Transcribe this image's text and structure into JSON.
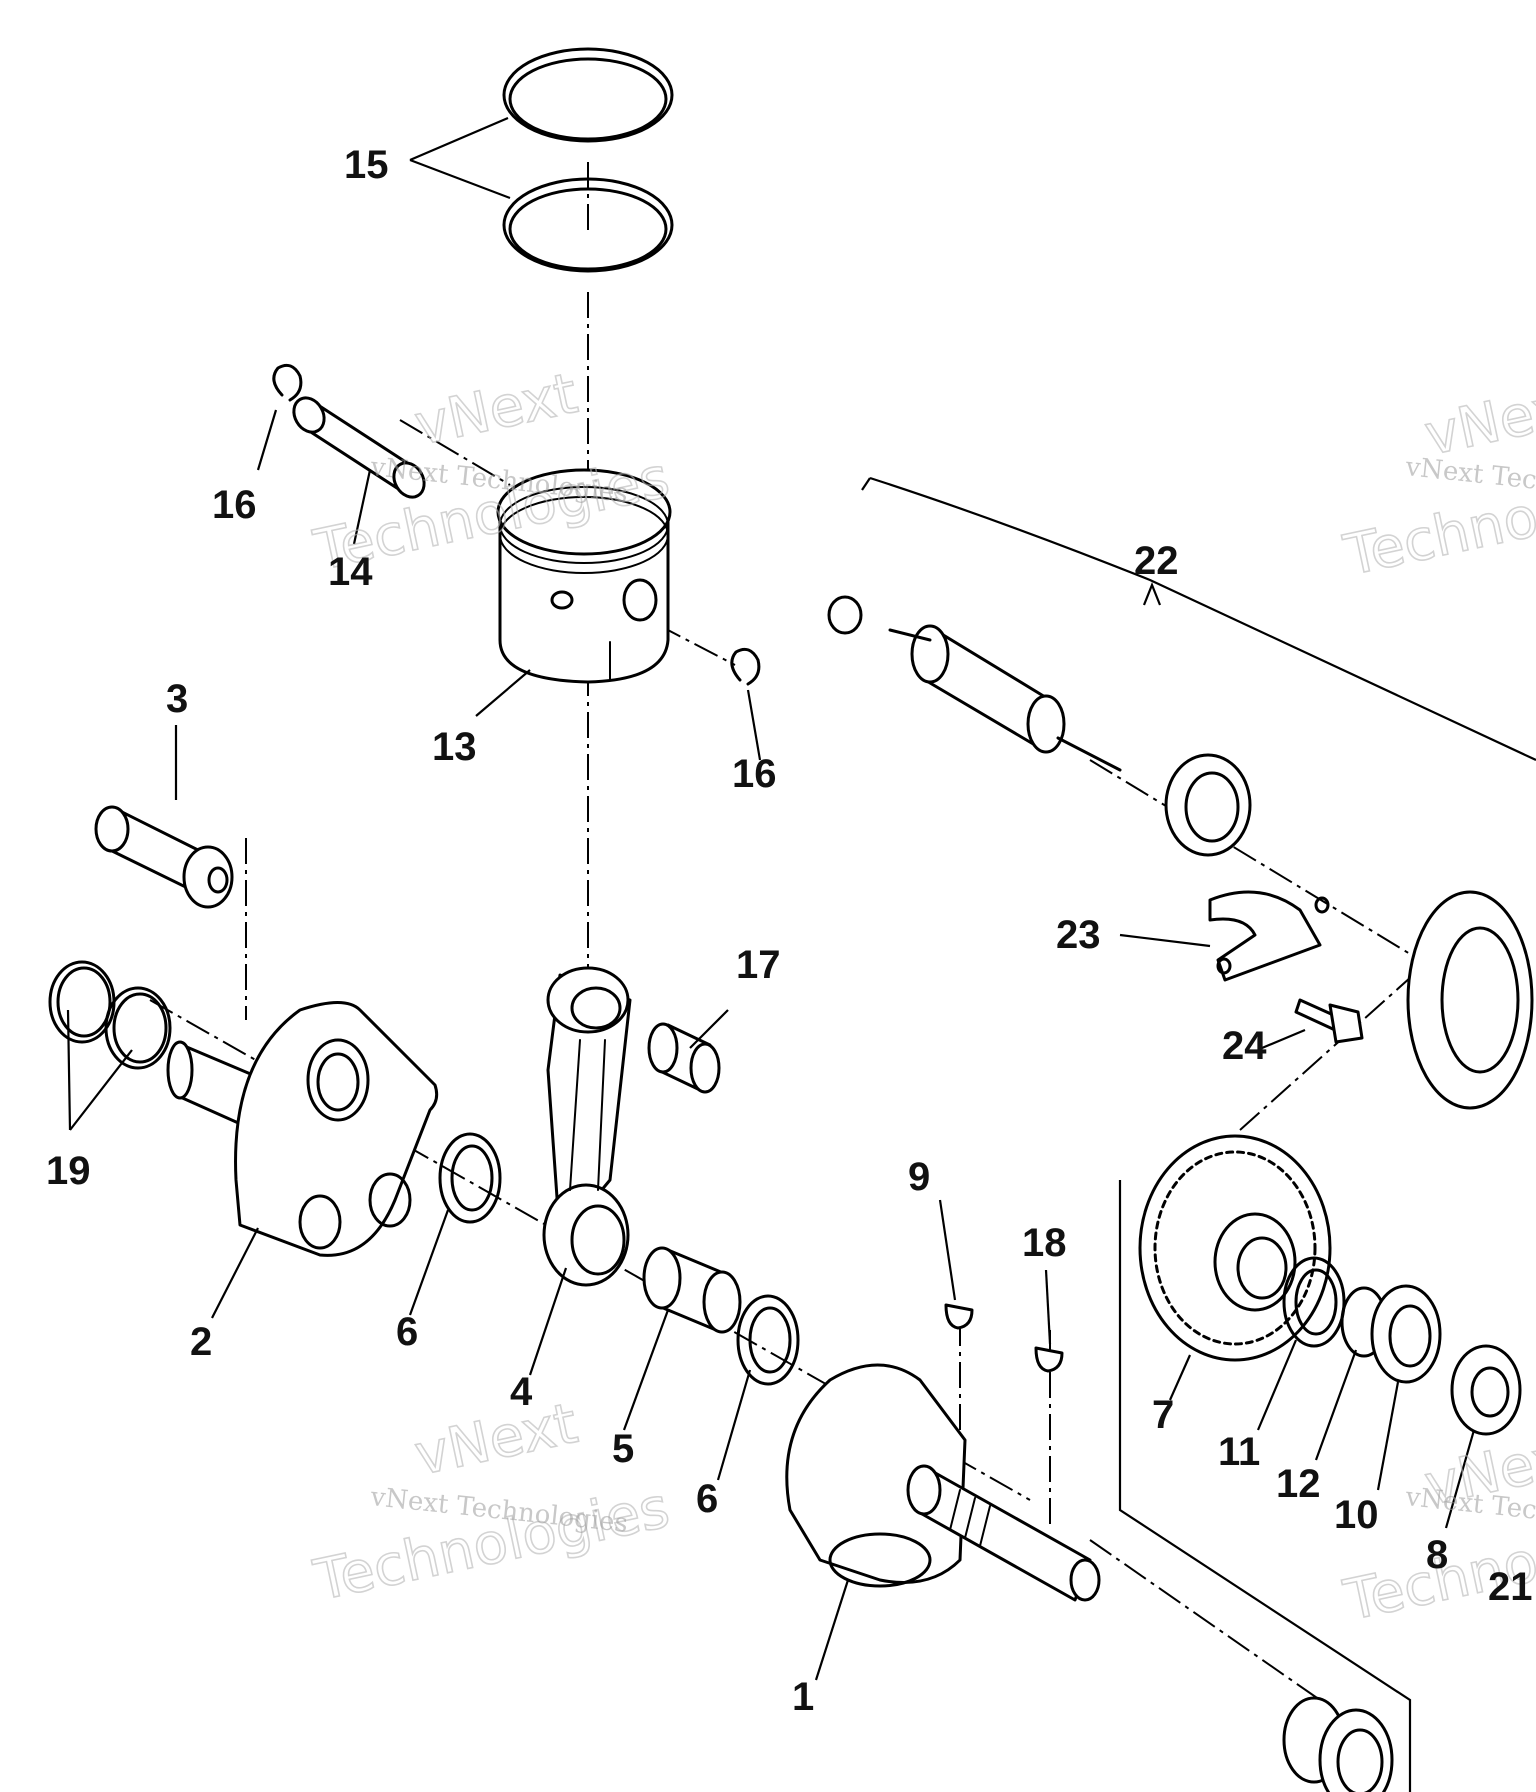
{
  "diagram": {
    "watermark_small": "vNext Technologies",
    "watermark_big_1": "vNext",
    "watermark_big_2": "Technologies",
    "colors": {
      "ink": "#000000",
      "paper": "#ffffff",
      "watermark": "#9a9a9a"
    }
  },
  "labels": {
    "p1": "1",
    "p2": "2",
    "p3": "3",
    "p4": "4",
    "p5": "5",
    "p6a": "6",
    "p6b": "6",
    "p7": "7",
    "p8": "8",
    "p9": "9",
    "p10": "10",
    "p11": "11",
    "p12": "12",
    "p13": "13",
    "p14": "14",
    "p15": "15",
    "p16a": "16",
    "p16b": "16",
    "p17": "17",
    "p18": "18",
    "p19": "19",
    "p21": "21",
    "p22": "22",
    "p23": "23",
    "p24": "24"
  }
}
